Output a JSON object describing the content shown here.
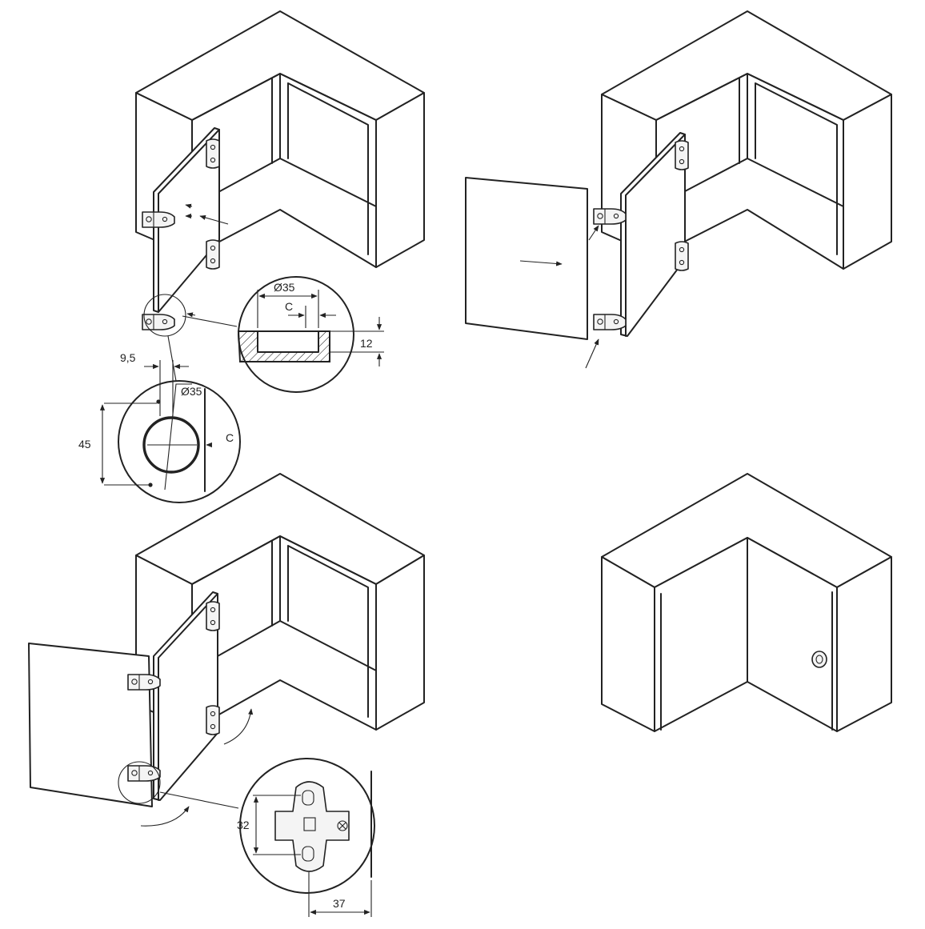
{
  "dimensions": {
    "cup_diameter_top": "Ø35",
    "edge_distance_top": "C",
    "cup_depth": "12",
    "edge_offset": "9,5",
    "cup_diameter_detail": "Ø35",
    "screw_spacing": "45",
    "edge_distance_detail": "C",
    "plate_spacing": "32",
    "plate_offset": "37"
  }
}
